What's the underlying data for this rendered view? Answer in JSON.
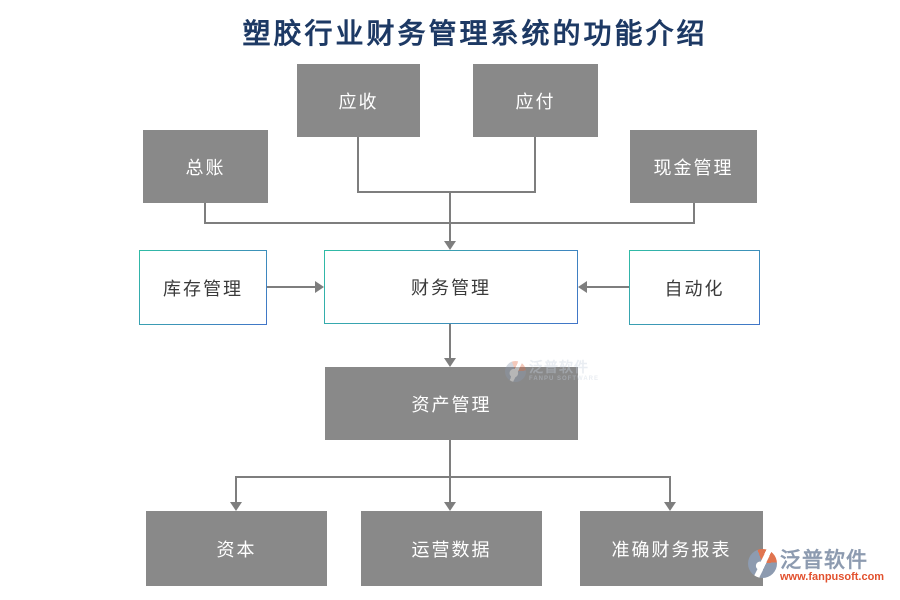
{
  "title": "塑胶行业财务管理系统的功能介绍",
  "nodes": {
    "receivable": {
      "label": "应收"
    },
    "payable": {
      "label": "应付"
    },
    "general_ledger": {
      "label": "总账"
    },
    "cash_management": {
      "label": "现金管理"
    },
    "inventory": {
      "label": "库存管理"
    },
    "finance": {
      "label": "财务管理"
    },
    "automation": {
      "label": "自动化"
    },
    "asset": {
      "label": "资产管理"
    },
    "capital": {
      "label": "资本"
    },
    "operating_data": {
      "label": "运营数据"
    },
    "accurate_reports": {
      "label": "准确财务报表"
    }
  },
  "watermark": {
    "brand": "泛普软件",
    "subtitle": "FANPU SOFTWARE"
  },
  "footer_logo": {
    "brand": "泛普软件",
    "url": "www.fanpusoft.com"
  },
  "colors": {
    "title_text": "#1d3964",
    "node_fill_gray": "#898989",
    "node_text_light": "#ffffff",
    "outline_gradient_start": "#2fbca5",
    "outline_gradient_end": "#4175c8",
    "connector": "#7e7e7e",
    "brand_slate": "#8d9bb0",
    "brand_orange": "#e2512e"
  }
}
